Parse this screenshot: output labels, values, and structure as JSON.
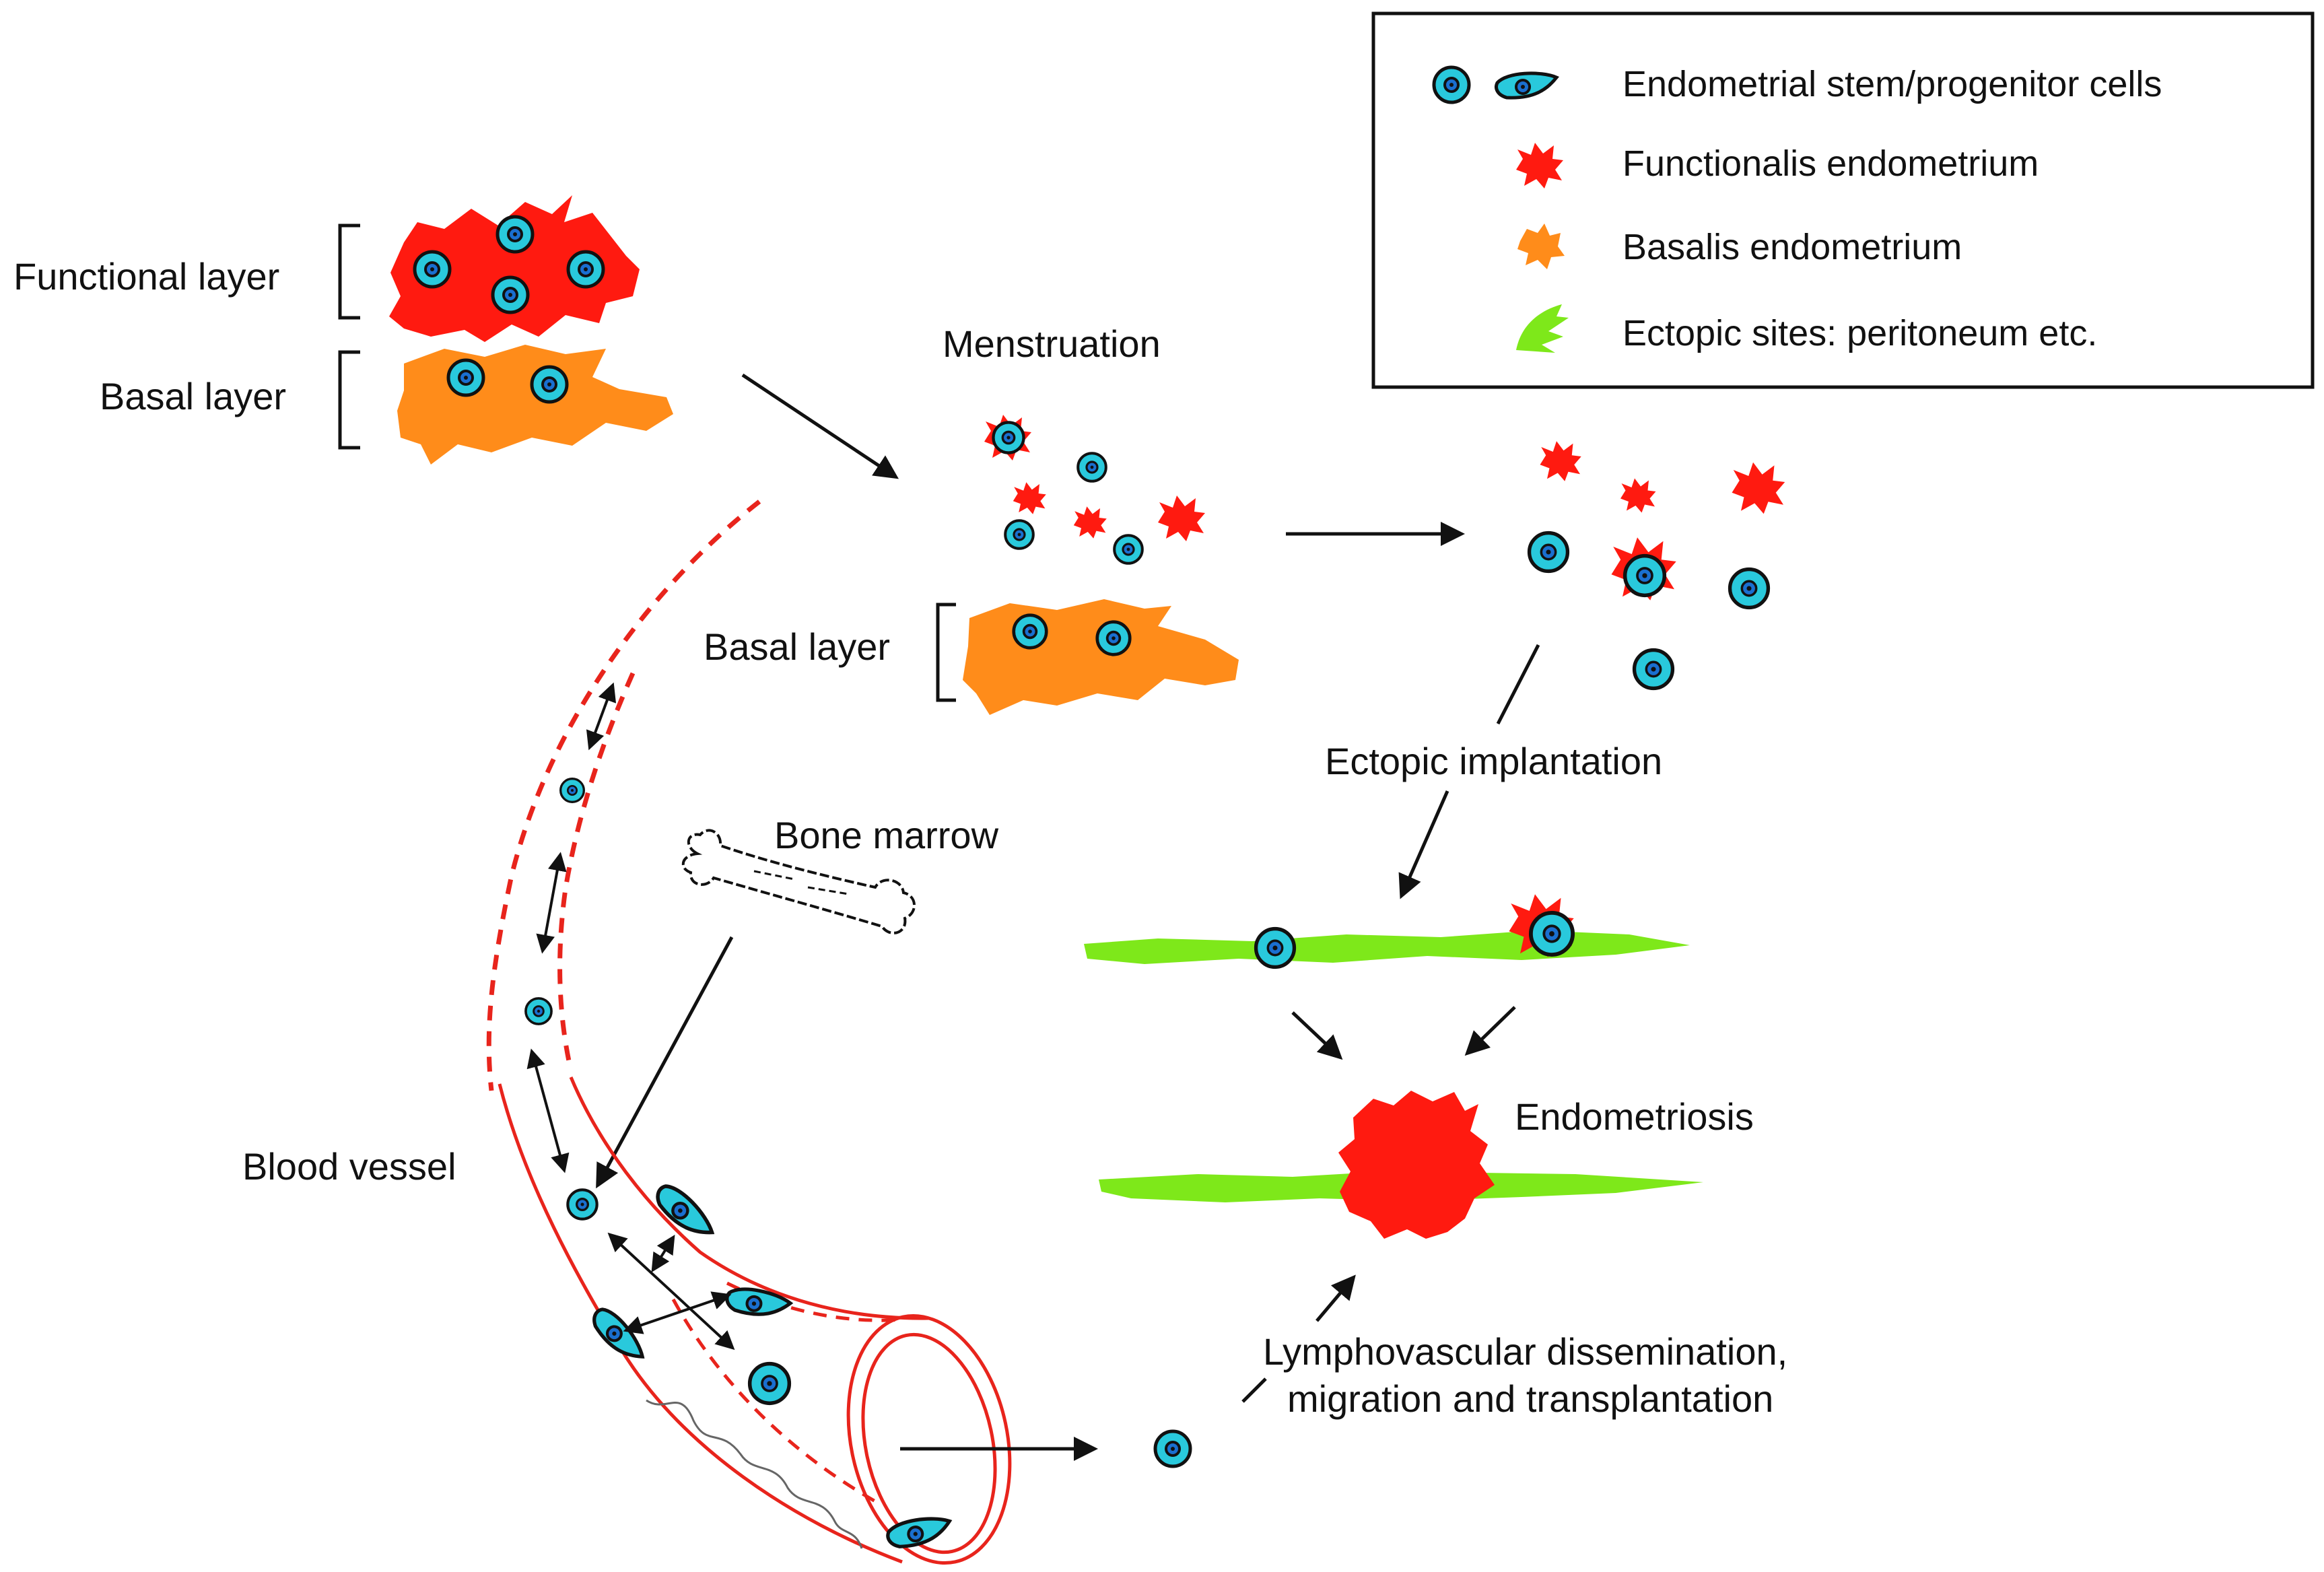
{
  "labels": {
    "functional_layer": "Functional layer",
    "basal_layer": "Basal layer",
    "menstruation": "Menstruation",
    "basal_layer_2": "Basal layer",
    "ectopic_implantation": "Ectopic implantation",
    "bone_marrow": "Bone marrow",
    "endometriosis": "Endometriosis",
    "blood_vessel": "Blood vessel",
    "dissemination_line1": "Lymphovascular dissemination,",
    "dissemination_line2": "migration and transplantation"
  },
  "legend": {
    "items": [
      {
        "label": "Endometrial stem/progenitor cells",
        "icon": "stem-cell-icon"
      },
      {
        "label": "Functionalis endometrium",
        "icon": "functionalis-tissue-icon"
      },
      {
        "label": "Basalis endometrium",
        "icon": "basalis-tissue-icon"
      },
      {
        "label": "Ectopic sites: peritoneum etc.",
        "icon": "ectopic-site-icon"
      }
    ]
  },
  "colors": {
    "stem_cell": "#29c9dc",
    "stem_cell_nucleus": "#1a6fd0",
    "functionalis": "#ff1a10",
    "basalis": "#ff8c1a",
    "ectopic": "#7ee81a",
    "vessel": "#e8241c",
    "outline": "#111111"
  }
}
